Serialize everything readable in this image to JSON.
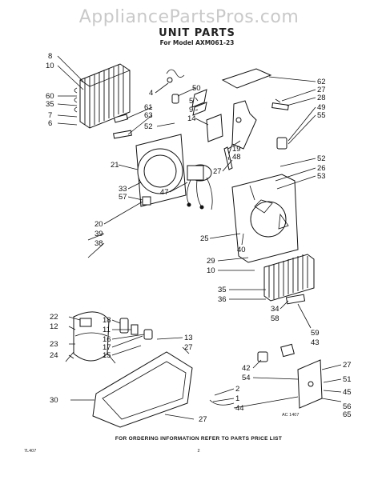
{
  "watermark": "AppliancePartsPros.com",
  "title": "UNIT PARTS",
  "subtitle": "For Model AXM061-23",
  "callouts": {
    "c8": "8",
    "c10a": "10",
    "c60": "60",
    "c35a": "35",
    "c7": "7",
    "c6": "6",
    "c4": "4",
    "c50": "50",
    "c5": "5",
    "c9": "9",
    "c61": "61",
    "c63": "63",
    "c52a": "52",
    "c14": "14",
    "c62": "62",
    "c27a": "27",
    "c28": "28",
    "c49": "49",
    "c55": "55",
    "c19": "19",
    "c48": "48",
    "c21": "21",
    "c27b": "27",
    "c52b": "52",
    "c26": "26",
    "c53": "53",
    "c33": "33",
    "c57": "57",
    "c47": "47",
    "c20": "20",
    "c39": "39",
    "c38": "38",
    "c25": "25",
    "c40": "40",
    "c29": "29",
    "c10b": "10",
    "c35b": "35",
    "c36": "36",
    "c34": "34",
    "c58": "58",
    "c22": "22",
    "c12": "12",
    "c23": "23",
    "c24": "24",
    "c18": "18",
    "c11": "11",
    "c16": "16",
    "c17": "17",
    "c15": "15",
    "c13": "13",
    "c27c": "27",
    "c59": "59",
    "c43": "43",
    "c42": "42",
    "c54": "54",
    "c2": "2",
    "c1": "1",
    "c44": "44",
    "c27d": "27",
    "c51": "51",
    "c45": "45",
    "c56": "56",
    "c65": "65",
    "c30": "30",
    "c27e": "27"
  },
  "art_code": "AC 1407",
  "footer": "FOR ORDERING INFORMATION REFER TO PARTS PRICE LIST",
  "page_number": "2",
  "corner_code": "7L407"
}
